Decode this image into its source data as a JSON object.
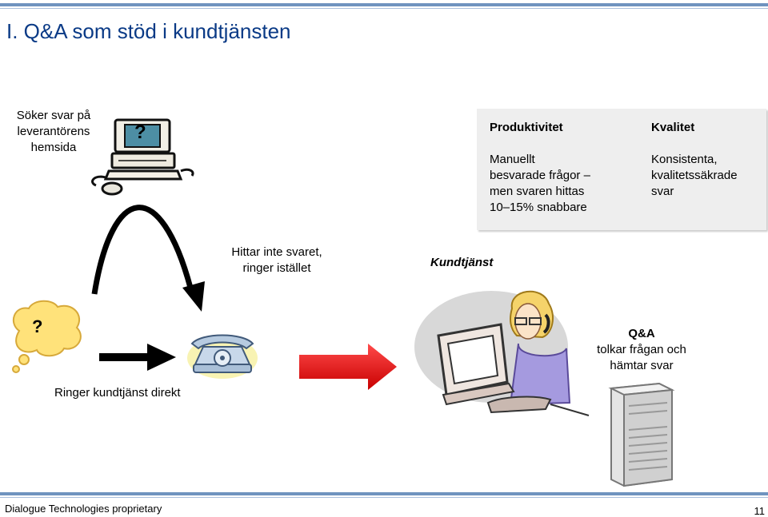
{
  "slide": {
    "title": "I. Q&A som stöd i kundtjänsten"
  },
  "search": {
    "text_line1": "Söker svar på",
    "text_line2": "leverantörens",
    "text_line3": "hemsida",
    "monitor_symbol": "?"
  },
  "info_box": {
    "productivity": {
      "heading": "Produktivitet",
      "line1": "Manuellt",
      "line2": "besvarade frågor –",
      "line3": "men svaren hittas",
      "line4": "10–15% snabbare"
    },
    "quality": {
      "heading": "Kvalitet",
      "line1": "Konsistenta,",
      "line2": "kvalitetssäkrade",
      "line3": "svar"
    }
  },
  "fallback": {
    "line1": "Hittar inte svaret,",
    "line2": "ringer istället"
  },
  "customer_service": {
    "label": "Kundtjänst"
  },
  "thought_bubble": {
    "symbol": "?"
  },
  "qa": {
    "title": "Q&A",
    "line1": "tolkar frågan och",
    "line2": "hämtar svar"
  },
  "direct_call": {
    "text": "Ringer kundtjänst direkt"
  },
  "footer": {
    "left": "Dialogue Technologies proprietary",
    "page_number": "11"
  },
  "colors": {
    "title": "#0a3a86",
    "rule": "#6f93bf",
    "arrow_red": "#e8161c",
    "info_box_bg": "#eeeeee",
    "thought_bubble": "#ffe27a"
  },
  "icons": [
    "computer-clipart",
    "telephone-clipart",
    "thought-bubble",
    "agent-clipart",
    "server-clipart"
  ]
}
